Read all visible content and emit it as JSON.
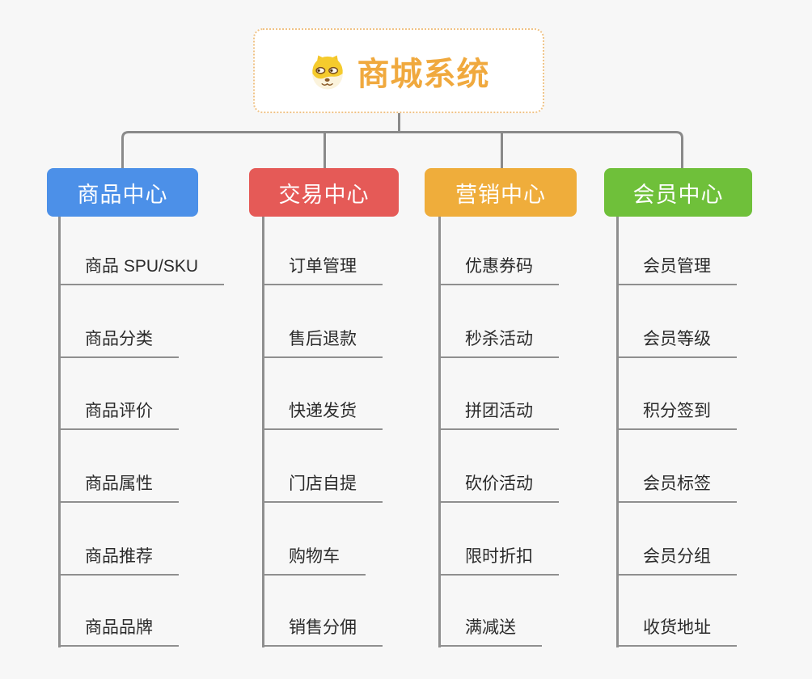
{
  "root": {
    "title": "商城系统",
    "icon": "shiba-dog-icon",
    "title_color": "#F0A93E",
    "border_color": "#EFC285"
  },
  "connector_color": "#8A8A8A",
  "branches": [
    {
      "label": "商品中心",
      "color": "#4C90E8",
      "children": [
        "商品 SPU/SKU",
        "商品分类",
        "商品评价",
        "商品属性",
        "商品推荐",
        "商品品牌"
      ]
    },
    {
      "label": "交易中心",
      "color": "#E55A57",
      "children": [
        "订单管理",
        "售后退款",
        "快递发货",
        "门店自提",
        "购物车",
        "销售分佣"
      ]
    },
    {
      "label": "营销中心",
      "color": "#EFAD3B",
      "children": [
        "优惠券码",
        "秒杀活动",
        "拼团活动",
        "砍价活动",
        "限时折扣",
        "满减送"
      ]
    },
    {
      "label": "会员中心",
      "color": "#6FC03A",
      "children": [
        "会员管理",
        "会员等级",
        "积分签到",
        "会员标签",
        "会员分组",
        "收货地址"
      ]
    }
  ]
}
